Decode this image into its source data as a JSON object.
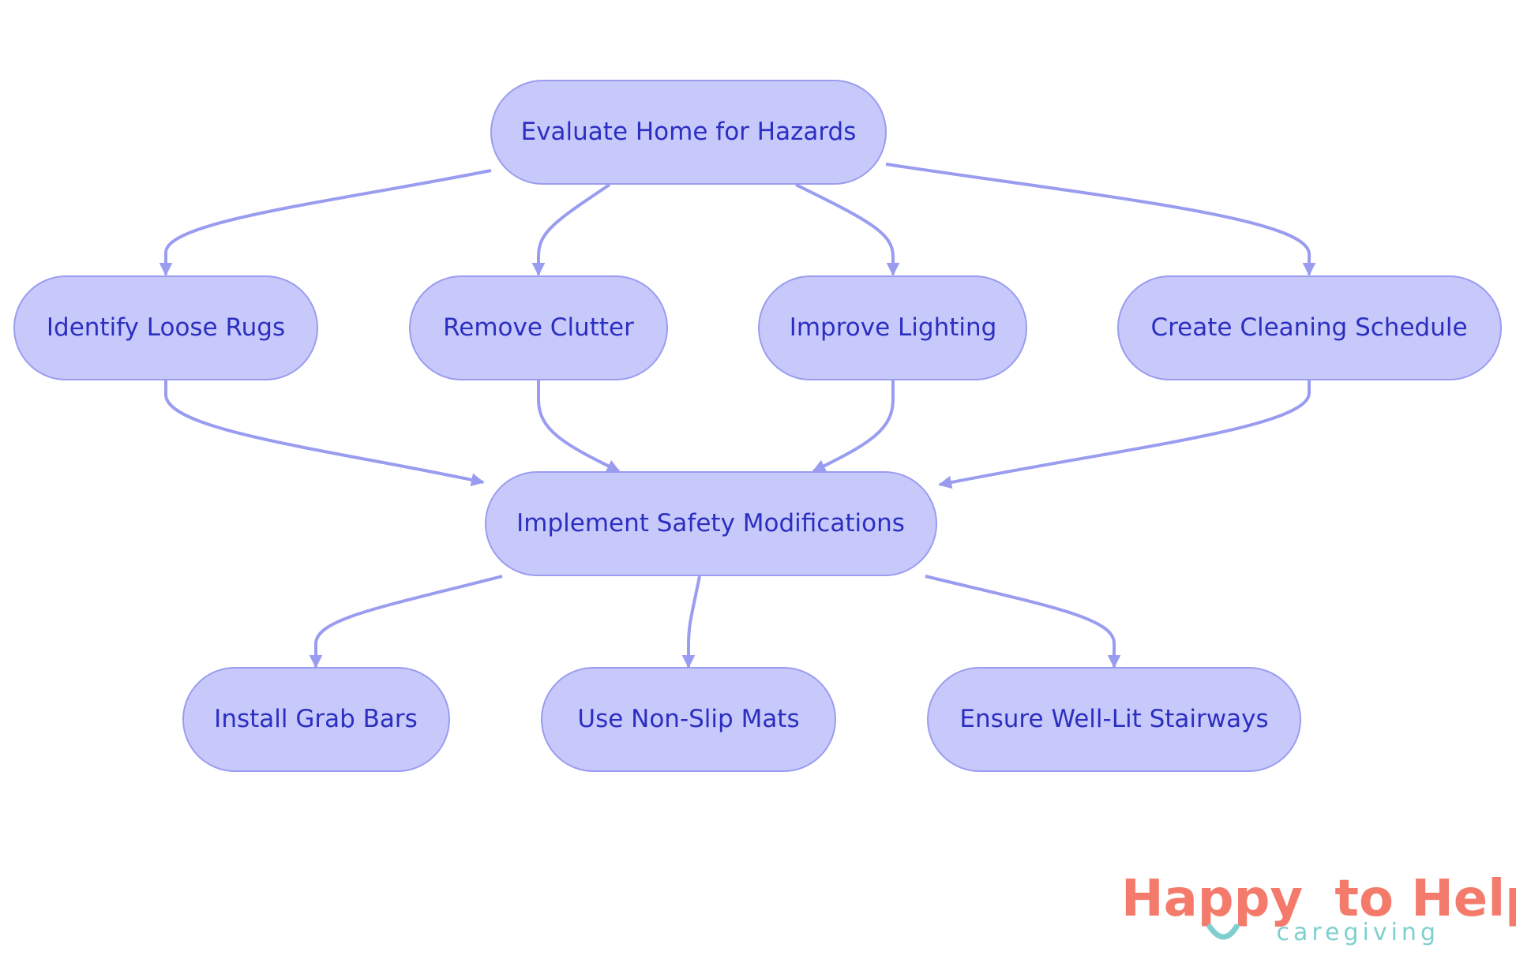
{
  "diagram": {
    "nodes": {
      "evaluate": "Evaluate Home for Hazards",
      "rugs": "Identify Loose Rugs",
      "clutter": "Remove Clutter",
      "lighting": "Improve Lighting",
      "cleaning": "Create Cleaning Schedule",
      "implement": "Implement Safety Modifications",
      "grab_bars": "Install Grab Bars",
      "mats": "Use Non-Slip Mats",
      "stairways": "Ensure Well-Lit Stairways"
    },
    "edges": [
      [
        "evaluate",
        "rugs"
      ],
      [
        "evaluate",
        "clutter"
      ],
      [
        "evaluate",
        "lighting"
      ],
      [
        "evaluate",
        "cleaning"
      ],
      [
        "rugs",
        "implement"
      ],
      [
        "clutter",
        "implement"
      ],
      [
        "lighting",
        "implement"
      ],
      [
        "cleaning",
        "implement"
      ],
      [
        "implement",
        "grab_bars"
      ],
      [
        "implement",
        "mats"
      ],
      [
        "implement",
        "stairways"
      ]
    ]
  },
  "logo": {
    "word_happy": "Happy",
    "word_to_help": "to Help",
    "tagline": "caregiving",
    "colors": {
      "coral": "#f47b6b",
      "teal": "#7fcfcf"
    }
  },
  "colors": {
    "node_fill": "#c8c9fb",
    "node_stroke": "#9a9cf0",
    "node_text": "#2b2fc0",
    "edge": "#9a9cf0"
  }
}
